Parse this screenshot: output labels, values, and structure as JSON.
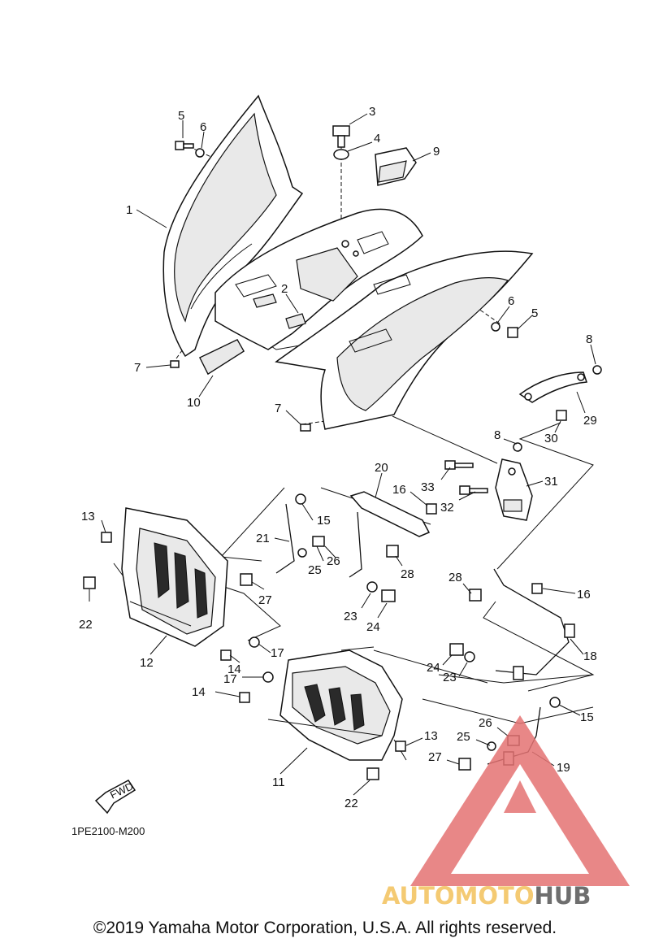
{
  "diagram": {
    "code": "1PE2100-M200",
    "direction_label": "FWD",
    "callouts": [
      "1",
      "2",
      "3",
      "4",
      "5",
      "5",
      "6",
      "6",
      "7",
      "7",
      "8",
      "8",
      "9",
      "10",
      "11",
      "12",
      "13",
      "13",
      "14",
      "14",
      "15",
      "15",
      "16",
      "16",
      "17",
      "17",
      "18",
      "19",
      "20",
      "21",
      "22",
      "22",
      "23",
      "23",
      "24",
      "24",
      "25",
      "25",
      "26",
      "26",
      "27",
      "27",
      "28",
      "28",
      "29",
      "30",
      "31",
      "32",
      "33"
    ]
  },
  "watermark": {
    "brand_part1": "AUTOMOTO",
    "brand_part2": "HUB",
    "colors": {
      "triangle": "#e57373",
      "accent": "#f3c15b",
      "dark": "#555555"
    }
  },
  "footer": {
    "copyright": "©2019 Yamaha Motor Corporation, U.S.A. All rights reserved."
  }
}
